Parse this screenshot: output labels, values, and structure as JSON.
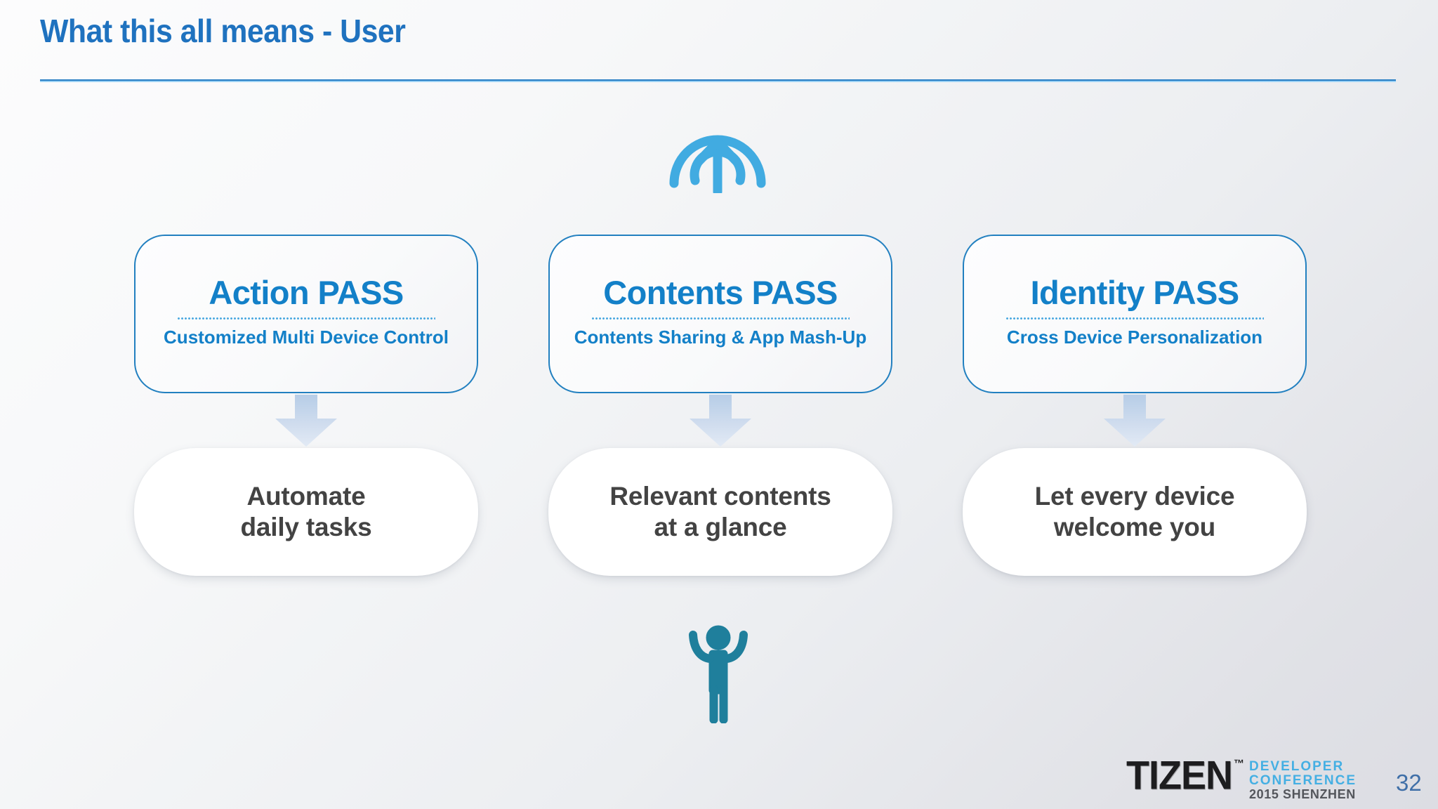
{
  "slide": {
    "title": "What this all means - User",
    "number": "32",
    "accent_color": "#1f72bf",
    "card_border_color": "#2280c0",
    "card_text_color": "#1380c8",
    "outcome_text_color": "#434343",
    "arrow_color": "#c2d5ea",
    "broadcast_icon_color": "#41abe1",
    "person_icon_color": "#1f7f9c"
  },
  "icons": {
    "top": "broadcast-upload-icon",
    "bottom": "person-arms-raised-icon"
  },
  "columns": [
    {
      "pass_title": "Action PASS",
      "pass_subtitle": "Customized\nMulti Device Control",
      "arrow": "down-arrow-icon",
      "outcome": "Automate\ndaily tasks"
    },
    {
      "pass_title": "Contents PASS",
      "pass_subtitle": "Contents Sharing\n& App Mash-Up",
      "arrow": "down-arrow-icon",
      "outcome": "Relevant contents\nat a glance"
    },
    {
      "pass_title": "Identity PASS",
      "pass_subtitle": "Cross Device\nPersonalization",
      "arrow": "down-arrow-icon",
      "outcome": "Let every device\nwelcome you"
    }
  ],
  "footer": {
    "wordmark": "TIZEN",
    "trademark": "™",
    "line1": "DEVELOPER",
    "line2": "CONFERENCE",
    "line3": "2015 SHENZHEN"
  }
}
